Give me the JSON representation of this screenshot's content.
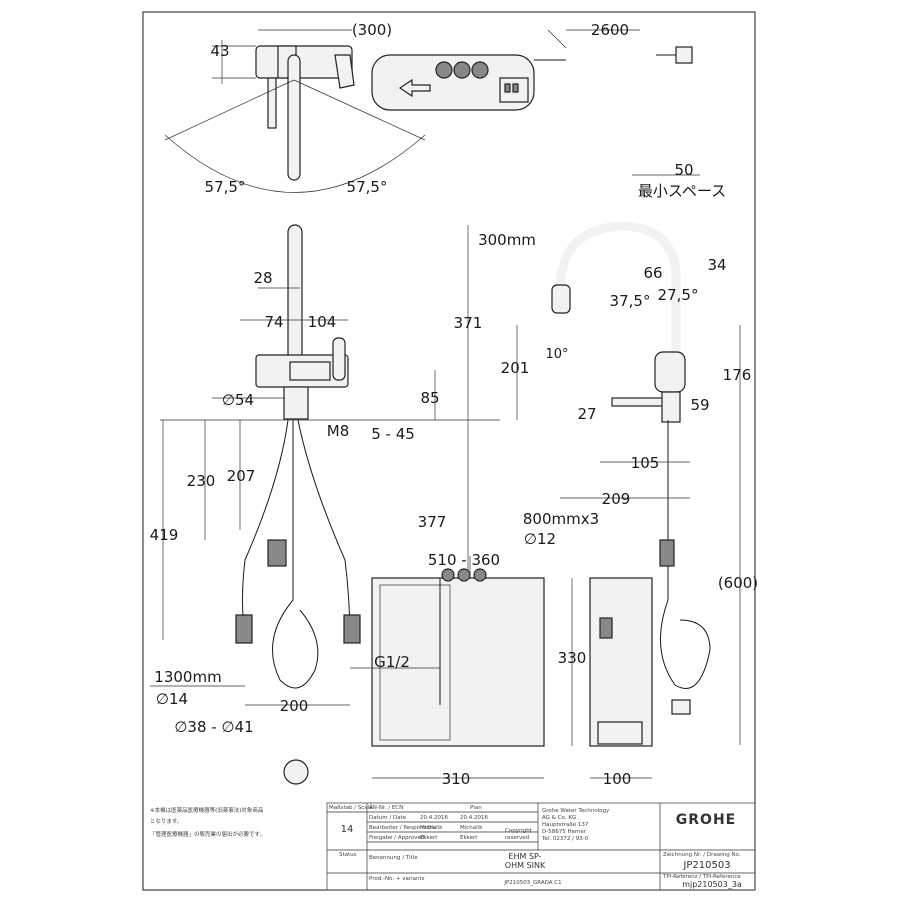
{
  "top_view": {
    "dim_width": "(300)",
    "dim_offset": "43",
    "angle_left": "57,5°",
    "angle_right": "57,5°",
    "dim_cable": "2600"
  },
  "front_view": {
    "dim_spout": "28",
    "dim_left": "74",
    "dim_right": "104",
    "dim_diameter": "∅54",
    "dim_body": "85",
    "dim_total": "371",
    "dim_thread": "M8",
    "dim_countertop": "5 - 45",
    "dim_hose_total": "419",
    "dim_hose_a": "230",
    "dim_hose_b": "207",
    "dim_depth": "377",
    "dim_base": "200",
    "hose_length": "1300mm",
    "hose_diameter": "∅14",
    "hole_diameter": "∅38 - ∅41"
  },
  "side_view": {
    "min_space_value": "50",
    "min_space_label": "最小スペース",
    "spray_hose": "300mm",
    "dim_66": "66",
    "dim_34": "34",
    "angle_a": "37,5°",
    "angle_b": "27,5°",
    "angle_spray": "10°",
    "dim_201": "201",
    "dim_176": "176",
    "dim_27": "27",
    "dim_59": "59",
    "dim_105": "105",
    "dim_209": "209",
    "hose_spec": "800mmx3",
    "hose_spec_dia": "∅12",
    "dim_600": "(600)"
  },
  "boiler": {
    "dim_range": "510 - 360",
    "connection": "G1/2",
    "dim_height": "330",
    "dim_width": "310",
    "dim_depth": "100"
  },
  "title_block": {
    "note_line1": "※本機は医薬品医療機器等(旧薬事法)対象商品",
    "note_line2": "となります。",
    "note_line3": "「管理医療機器」の販売業の届出が必要です。",
    "scale_label": "Maßstab / Scale",
    "scale_value": "14",
    "anr_label": "ÄN-Nr. / ECN",
    "datum_label": "Datum / Date",
    "date_1": "20.4.2016",
    "date_2": "20.4.2016",
    "bearb_label": "Bearbeiter / Responsible",
    "name_1": "Michalik",
    "name_2": "Michalik",
    "freigabe_label": "Freigabe / Approved",
    "approved_1": "Ekkert",
    "approved_2": "Ekkert",
    "plan_label": "Plan",
    "copyright_1": "Copyright",
    "copyright_2": "reserved",
    "company_1": "Grohe Water Technology",
    "company_2": "AG & Co. KG",
    "company_3": "Hauptstraße 137",
    "company_4": "D-58675 Hemer",
    "company_5": "Tel. 02372 / 93-0",
    "logo": "GROHE",
    "status_label": "Status",
    "title_label": "Benennung / Title",
    "title_value_1": "EHM SP-",
    "title_value_2": "OHM SINK",
    "drawing_no_label": "Zeichnung Nr. / Drawing No.",
    "drawing_no": "JP210503",
    "variant_label": "Prod.-No. + variants",
    "variant_value": "JP210503_GRADA C1",
    "tpi_label": "TPI-Referenz / TPI-Reference",
    "tpi_value": "mjp210503_3a"
  }
}
